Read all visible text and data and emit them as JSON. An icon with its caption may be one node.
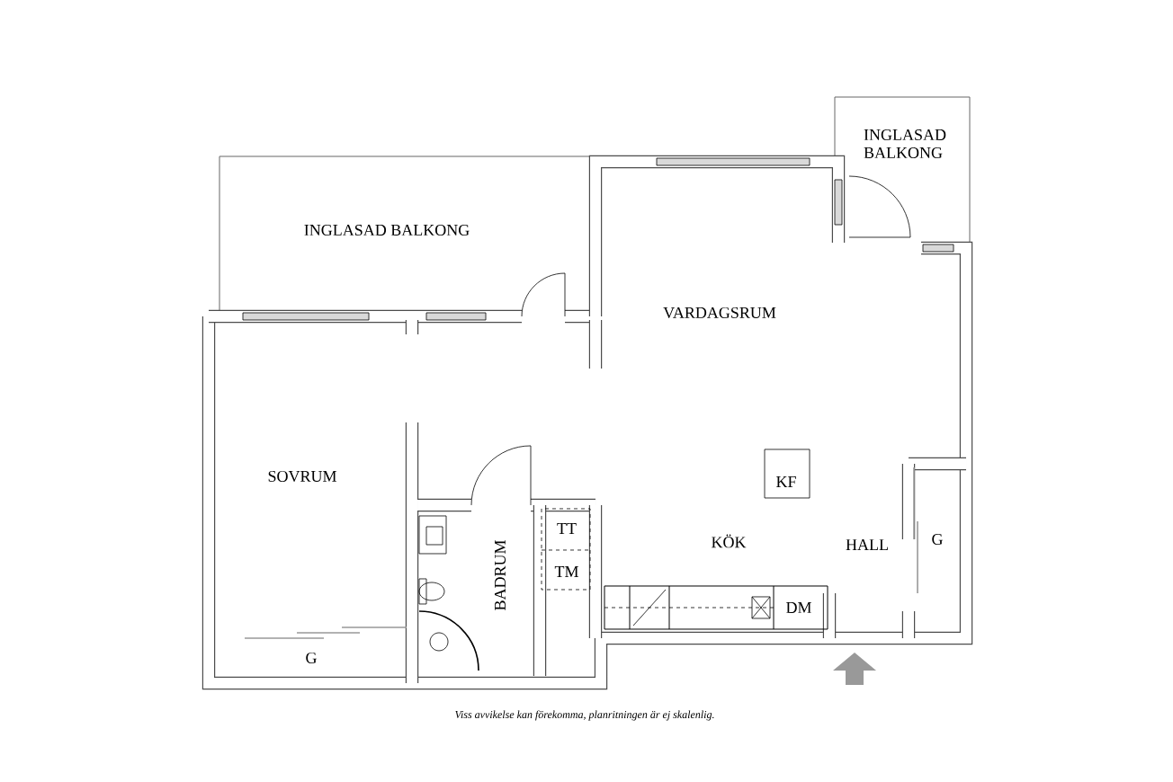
{
  "diagram": {
    "caption": "Viss avvikelse kan förekomma, planritningen är ej skalenlig.",
    "nodes": [
      {
        "text": [
          "KF"
        ]
      },
      {
        "text": [
          "TT"
        ]
      },
      {
        "text": [
          "TM"
        ]
      },
      {
        "text": [
          "DM"
        ]
      }
    ],
    "labels": [
      "INGLASAD BALKONG",
      "INGLASAD BALKONG",
      "VARDAGSRUM",
      "SOVRUM",
      "G",
      "BADRUM",
      "KÖK",
      "HALL",
      "G"
    ]
  }
}
